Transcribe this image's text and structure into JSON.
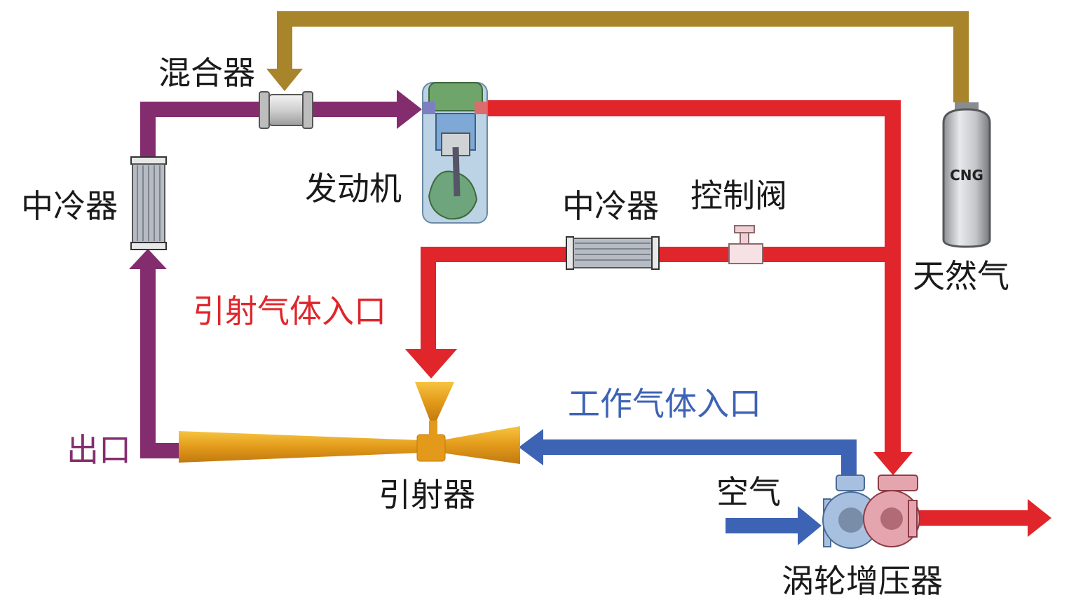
{
  "labels": {
    "mixer": "混合器",
    "engine": "发动机",
    "intercooler_left": "中冷器",
    "intercooler_mid": "中冷器",
    "control_valve": "控制阀",
    "natural_gas": "天然气",
    "cng": "CNG",
    "ejector_gas_inlet": "引射气体入口",
    "working_gas_inlet": "工作气体入口",
    "outlet": "出口",
    "ejector": "引射器",
    "air": "空气",
    "turbocharger": "涡轮增压器"
  },
  "colors": {
    "gas_line": "#a8842a",
    "exhaust_line": "#e0262b",
    "intake_line": "#842d6e",
    "working_line": "#3d63b5",
    "ejector_body": "#e39a1a",
    "label_black": "#1a1a1a",
    "label_red": "#e0262b",
    "label_blue": "#3d63b5",
    "label_purple": "#842d6e"
  },
  "icons": [
    "mixer-icon",
    "engine-icon",
    "intercooler-icon",
    "control-valve-icon",
    "cng-tank-icon",
    "ejector-icon",
    "turbocharger-icon"
  ]
}
